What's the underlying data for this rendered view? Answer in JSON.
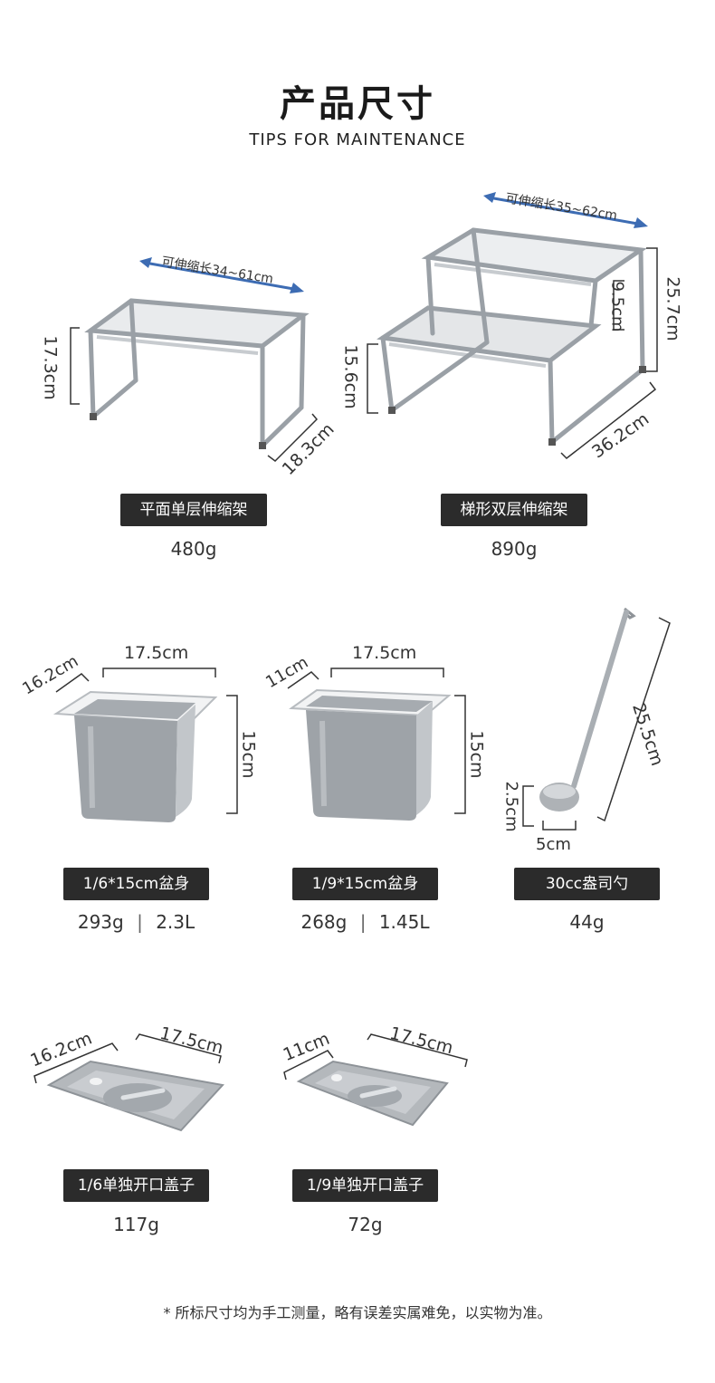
{
  "header": {
    "title": "产品尺寸",
    "subtitle": "TIPS FOR MAINTENANCE"
  },
  "products": {
    "rack_single": {
      "label": "平面单层伸缩架",
      "weight": "480g",
      "dim_length": "可伸缩长34~61cm",
      "dim_height": "17.3cm",
      "dim_depth": "18.3cm"
    },
    "rack_double": {
      "label": "梯形双层伸缩架",
      "weight": "890g",
      "dim_length": "可伸缩长35~62cm",
      "dim_height_total": "25.7cm",
      "dim_height_low": "15.6cm",
      "dim_step": "9.5cm",
      "dim_depth": "36.2cm"
    },
    "pan_1_6": {
      "label": "1/6*15cm盆身",
      "weight": "293g",
      "volume": "2.3L",
      "dim_width": "17.5cm",
      "dim_depth": "16.2cm",
      "dim_height": "15cm"
    },
    "pan_1_9": {
      "label": "1/9*15cm盆身",
      "weight": "268g",
      "volume": "1.45L",
      "dim_width": "17.5cm",
      "dim_depth": "11cm",
      "dim_height": "15cm"
    },
    "ladle": {
      "label": "30cc盎司勺",
      "weight": "44g",
      "dim_length": "25.5cm",
      "dim_height": "2.5cm",
      "dim_width": "5cm"
    },
    "lid_1_6": {
      "label": "1/6单独开口盖子",
      "weight": "117g",
      "dim_depth": "16.2cm",
      "dim_width": "17.5cm"
    },
    "lid_1_9": {
      "label": "1/9单独开口盖子",
      "weight": "72g",
      "dim_depth": "11cm",
      "dim_width": "17.5cm"
    }
  },
  "separator": "|",
  "footnote": "* 所标尺寸均为手工测量，略有误差实属难免，以实物为准。",
  "colors": {
    "label_bg": "#2b2b2b",
    "arrow_blue": "#3d6cb3",
    "metal": "#9aa0a6"
  }
}
